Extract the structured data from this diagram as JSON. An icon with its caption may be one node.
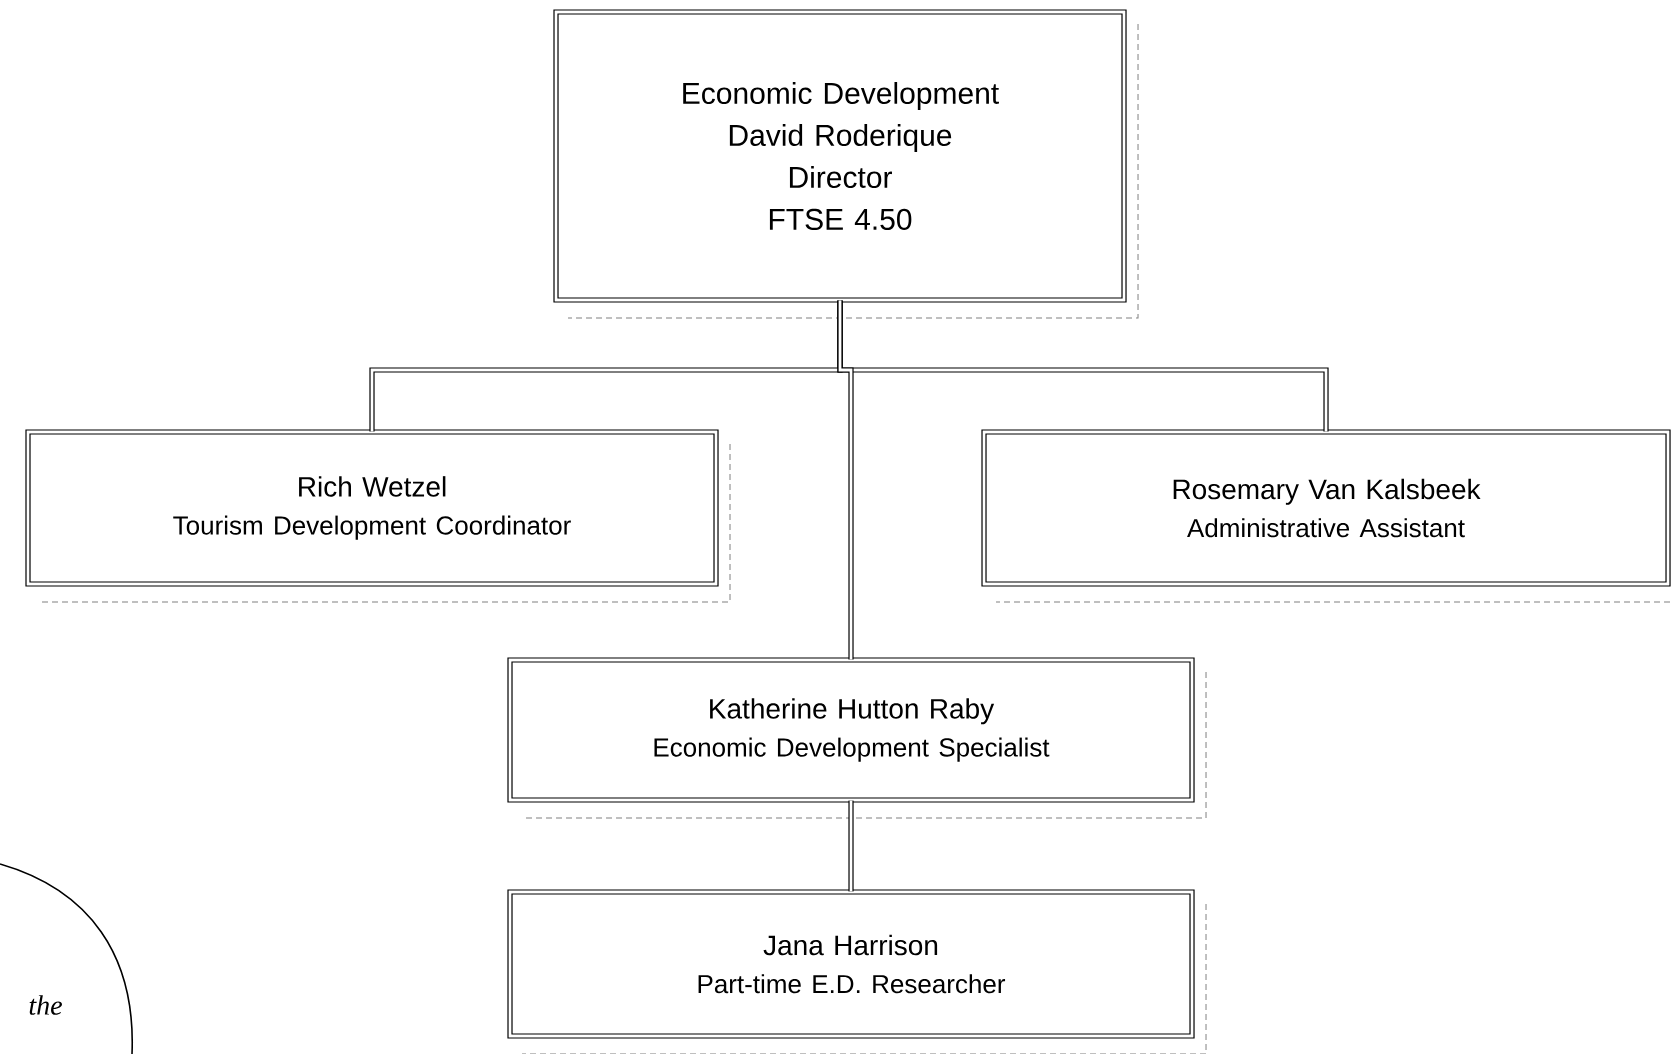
{
  "diagram": {
    "nodes": [
      {
        "text": [
          "Economic Development",
          "David Roderique",
          "Director",
          "FTSE 4.50"
        ]
      },
      {
        "text": [
          "Rich Wetzel",
          "Tourism Development Coordinator"
        ]
      },
      {
        "text": [
          "Rosemary Van Kalsbeek",
          "Administrative Assistant"
        ]
      },
      {
        "text": [
          "Katherine Hutton Raby",
          "Economic Development Specialist"
        ]
      },
      {
        "text": [
          "Jana Harrison",
          "Part-time E.D. Researcher"
        ]
      },
      {
        "text": [
          "the"
        ]
      }
    ],
    "edges": [
      {
        "from": 0,
        "to": 1,
        "arrow": "none"
      },
      {
        "from": 0,
        "to": 2,
        "arrow": "none"
      },
      {
        "from": 0,
        "to": 3,
        "arrow": "none"
      },
      {
        "from": 3,
        "to": 4,
        "arrow": "none"
      }
    ]
  }
}
